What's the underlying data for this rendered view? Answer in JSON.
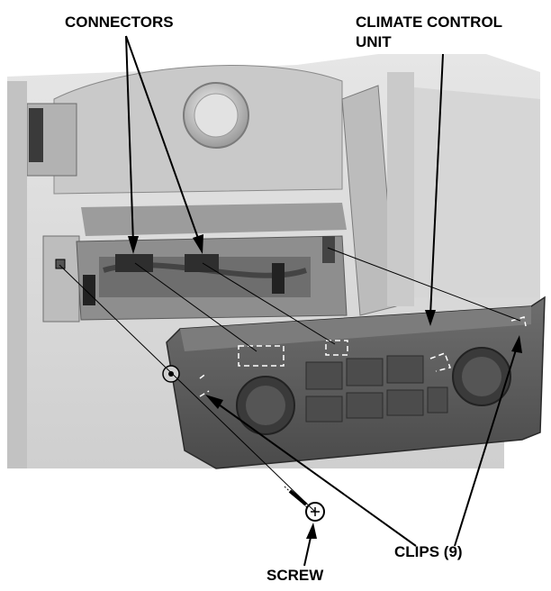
{
  "labels": {
    "connectors": "CONNECTORS",
    "climate_line1": "CLIMATE CONTROL",
    "climate_line2": "UNIT",
    "clips": "CLIPS (9)",
    "screw": "SCREW"
  },
  "colors": {
    "background": "#ffffff",
    "photo_light": "#dcdcdc",
    "photo_mid": "#a8a8a8",
    "photo_dark": "#3c3c3c",
    "panel": "#5e5e5e",
    "panel_dark": "#3a3a3a",
    "leader": "#000000"
  }
}
